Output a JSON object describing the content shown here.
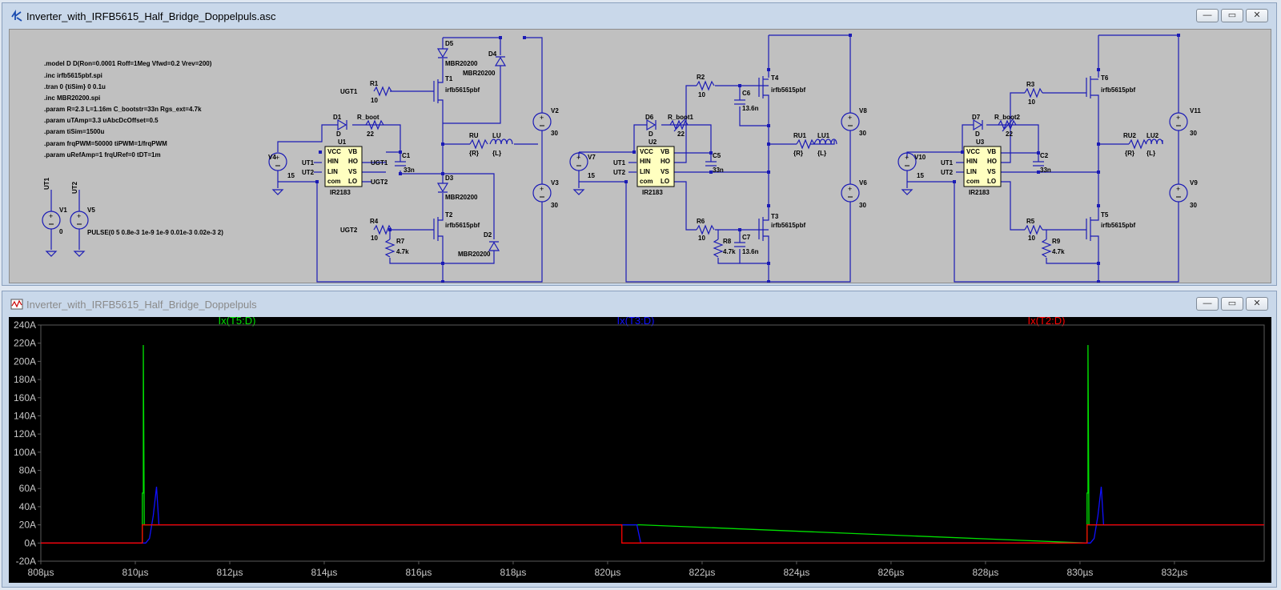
{
  "schematic_window": {
    "title": "Inverter_with_IRFB5615_Half_Bridge_Doppelpuls.asc",
    "buttons": {
      "minimize": "—",
      "maximize": "▭",
      "close": "✕"
    },
    "directives": [
      ".model D D(Ron=0.0001 Roff=1Meg Vfwd=0.2 Vrev=200)",
      ".inc irfb5615pbf.spi",
      ".tran 0 {tiSim} 0 0.1u",
      ".inc MBR20200.spi",
      ".param R=2.3 L=1.16m C_bootstr=33n Rgs_ext=4.7k",
      ".param uTAmp=3.3 uAbcDcOffset=0.5",
      ".param tiSim=1500u",
      ".param frqPWM=50000 tiPWM=1/frqPWM",
      ".param uRefAmp=1 frqURef=0 tDT=1m"
    ],
    "sources": {
      "v1": "V1",
      "v1_val": "0",
      "ut1": "UT1",
      "v5": "V5",
      "ut2": "UT2",
      "pulse": "PULSE(0 5 0.8e-3 1e-9 1e-9 0.01e-3 0.02e-3 2)"
    },
    "bridge1": {
      "v4": "V4",
      "v4_val": "15",
      "d1": "D1",
      "d1_model": "D",
      "rboot": "R_boot",
      "rboot_val": "22",
      "u": "U1",
      "chip": "IR2183",
      "pins_left": [
        "VCC",
        "HIN",
        "LIN",
        "com"
      ],
      "pins_right": [
        "VB",
        "HO",
        "VS",
        "LO"
      ],
      "in1": "UT1",
      "in2": "UT2",
      "out1": "UGT1",
      "out2": "UGT2",
      "c1": "C1",
      "c1_val": "33n",
      "r1": "R1",
      "r1_val": "10",
      "gate_hi": "UGT1",
      "r4": "R4",
      "r4_val": "10",
      "gate_lo": "UGT2",
      "r7": "R7",
      "r7_val": "4.7k",
      "d5": "D5",
      "d5_model": "MBR20200",
      "d4": "D4",
      "d4_model": "MBR20200",
      "d3": "D3",
      "d3_model": "MBR20200",
      "d2": "D2",
      "d2_model": "MBR20200",
      "t1": "T1",
      "t1_model": "irfb5615pbf",
      "t2": "T2",
      "t2_model": "irfb5615pbf",
      "ru": "RU",
      "ru_val": "{R}",
      "lu": "LU",
      "lu_val": "{L}",
      "v2": "V2",
      "v2_val": "30",
      "v3": "V3",
      "v3_val": "30"
    },
    "bridge2": {
      "v7": "V7",
      "v7_val": "15",
      "d6": "D6",
      "d6_model": "D",
      "rboot": "R_boot1",
      "rboot_val": "22",
      "u": "U2",
      "chip": "IR2183",
      "pins_left": [
        "VCC",
        "HIN",
        "LIN",
        "com"
      ],
      "pins_right": [
        "VB",
        "HO",
        "VS",
        "LO"
      ],
      "in1": "UT1",
      "in2": "UT2",
      "c5": "C5",
      "c5_val": "33n",
      "r2": "R2",
      "r2_val": "10",
      "c6": "C6",
      "c6_val": "13.6n",
      "r6": "R6",
      "r6_val": "10",
      "r8": "R8",
      "r8_val": "4.7k",
      "c7": "C7",
      "c7_val": "13.6n",
      "t4": "T4",
      "t4_model": "irfb5615pbf",
      "t3": "T3",
      "t3_model": "irfb5615pbf",
      "ru": "RU1",
      "ru_val": "{R}",
      "lu": "LU1",
      "lu_val": "{L}",
      "v8": "V8",
      "v8_val": "30",
      "v6": "V6",
      "v6_val": "30"
    },
    "bridge3": {
      "v10": "V10",
      "v10_val": "15",
      "d7": "D7",
      "d7_model": "D",
      "rboot": "R_boot2",
      "rboot_val": "22",
      "u": "U3",
      "chip": "IR2183",
      "pins_left": [
        "VCC",
        "HIN",
        "LIN",
        "com"
      ],
      "pins_right": [
        "VB",
        "HO",
        "VS",
        "LO"
      ],
      "in1": "UT1",
      "in2": "UT2",
      "c2": "C2",
      "c2_val": "33n",
      "r3": "R3",
      "r3_val": "10",
      "r5": "R5",
      "r5_val": "10",
      "r9": "R9",
      "r9_val": "4.7k",
      "t6": "T6",
      "t6_model": "irfb5615pbf",
      "t5": "T5",
      "t5_model": "irfb5615pbf",
      "ru": "RU2",
      "ru_val": "{R}",
      "lu": "LU2",
      "lu_val": "{L}",
      "v11": "V11",
      "v11_val": "30",
      "v9": "V9",
      "v9_val": "30"
    }
  },
  "waveform_window": {
    "title": "Inverter_with_IRFB5615_Half_Bridge_Doppelpuls",
    "buttons": {
      "minimize": "—",
      "maximize": "▭",
      "close": "✕"
    },
    "colors": {
      "background": "#000000",
      "grid": "#5a5a5a",
      "text": "#c8c8c8",
      "t5": "#00e000",
      "t3": "#1010ff",
      "t2": "#ff0000"
    }
  },
  "chart_data": {
    "type": "line",
    "xlabel": "",
    "ylabel": "",
    "xlim": [
      808,
      833.9
    ],
    "ylim": [
      -20,
      240
    ],
    "x_ticks": [
      "808µs",
      "810µs",
      "812µs",
      "814µs",
      "816µs",
      "818µs",
      "820µs",
      "822µs",
      "824µs",
      "826µs",
      "828µs",
      "830µs",
      "832µs"
    ],
    "x_tick_values": [
      808,
      810,
      812,
      814,
      816,
      818,
      820,
      822,
      824,
      826,
      828,
      830,
      832
    ],
    "y_ticks": [
      "240A",
      "220A",
      "200A",
      "180A",
      "160A",
      "140A",
      "120A",
      "100A",
      "80A",
      "60A",
      "40A",
      "20A",
      "0A",
      "-20A"
    ],
    "y_tick_values": [
      240,
      220,
      200,
      180,
      160,
      140,
      120,
      100,
      80,
      60,
      40,
      20,
      0,
      -20
    ],
    "grid": false,
    "series": [
      {
        "name": "Ix(T5:D)",
        "color": "#00e000",
        "x": [
          808,
          810.15,
          810.15,
          810.17,
          810.17,
          810.19,
          810.2,
          810.25,
          810.3,
          810.35,
          810.45,
          820.35,
          820.4,
          820.6,
          820.7,
          830.15,
          830.15,
          830.17,
          830.17,
          830.19,
          830.2,
          830.25,
          830.35,
          830.45,
          833.9
        ],
        "y": [
          0,
          0,
          55,
          55,
          218,
          20,
          20,
          20,
          20,
          20,
          20,
          20,
          20,
          20,
          20,
          0,
          55,
          55,
          218,
          20,
          20,
          20,
          20,
          20,
          20
        ]
      },
      {
        "name": "Ix(T3:D)",
        "color": "#1010ff",
        "x": [
          808,
          810.22,
          810.3,
          810.38,
          810.45,
          810.5,
          810.55,
          820.25,
          820.32,
          820.42,
          820.55,
          820.62,
          820.7,
          830.22,
          830.3,
          830.38,
          830.45,
          830.5,
          830.55,
          833.9
        ],
        "y": [
          0,
          0,
          5,
          30,
          62,
          20,
          20,
          20,
          20,
          20,
          20,
          20,
          0,
          0,
          5,
          30,
          62,
          20,
          20,
          20
        ]
      },
      {
        "name": "Ix(T2:D)",
        "color": "#ff0000",
        "x": [
          808,
          810.15,
          810.15,
          820.3,
          820.3,
          830.15,
          830.15,
          833.9
        ],
        "y": [
          0,
          0,
          20,
          20,
          0,
          0,
          20,
          20
        ]
      }
    ]
  }
}
